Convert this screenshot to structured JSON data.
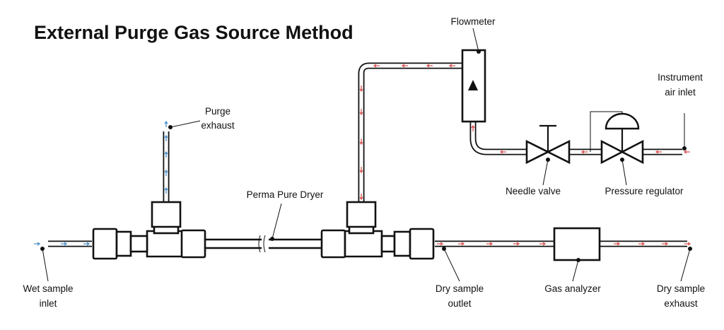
{
  "title": "External Purge Gas Source Method",
  "labels": {
    "flowmeter": "Flowmeter",
    "instrument_air_inlet_1": "Instrument",
    "instrument_air_inlet_2": "air inlet",
    "purge_exhaust_1": "Purge",
    "purge_exhaust_2": "exhaust",
    "perma_pure_dryer": "Perma Pure Dryer",
    "needle_valve": "Needle valve",
    "pressure_regulator": "Pressure regulator",
    "wet_sample_inlet_1": "Wet sample",
    "wet_sample_inlet_2": "inlet",
    "dry_sample_outlet_1": "Dry sample",
    "dry_sample_outlet_2": "outlet",
    "gas_analyzer": "Gas analyzer",
    "dry_sample_exhaust_1": "Dry sample",
    "dry_sample_exhaust_2": "exhaust"
  },
  "colors": {
    "line": "#111111",
    "purge_flow_arrow": "#d9534f",
    "sample_flow_arrow": "#4a90c8"
  },
  "icons": {
    "flow_arrow": "flow-arrow-icon",
    "flowmeter_indicator": "triangle-up-icon",
    "valve": "bowtie-valve-icon",
    "regulator": "dome-regulator-icon",
    "break_mark": "break-mark-icon"
  }
}
